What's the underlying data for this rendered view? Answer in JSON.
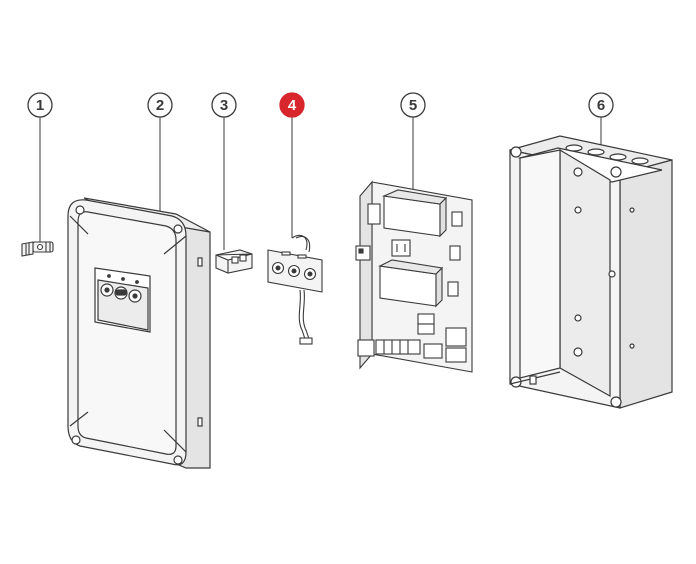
{
  "diagram": {
    "callouts": [
      {
        "label": "1",
        "highlight": false
      },
      {
        "label": "2",
        "highlight": false
      },
      {
        "label": "3",
        "highlight": false
      },
      {
        "label": "4",
        "highlight": true
      },
      {
        "label": "5",
        "highlight": false
      },
      {
        "label": "6",
        "highlight": false
      }
    ],
    "colors": {
      "line": "#3a3a3a",
      "callout_fill": "#ffffff",
      "highlight_fill": "#d7262c",
      "part_fill": "#f4f4f4",
      "shadow": "#dcdcdc"
    }
  }
}
